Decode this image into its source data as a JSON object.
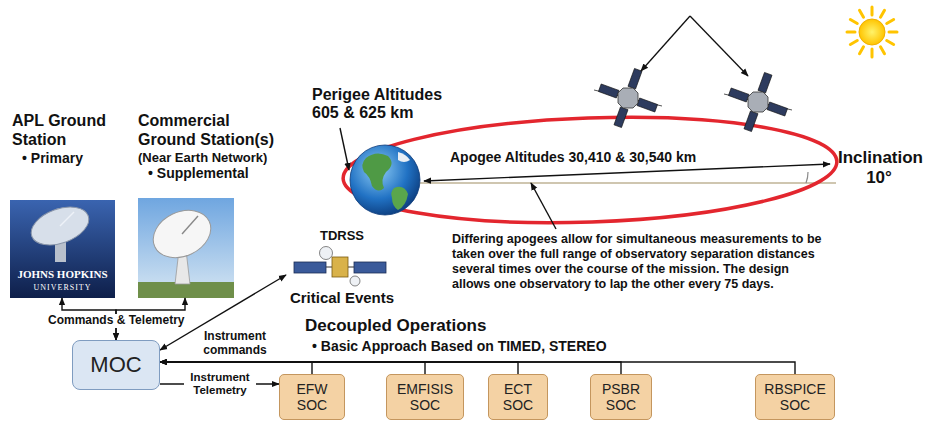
{
  "diagram": {
    "nodes": [
      {
        "text": [
          "APL Ground Station",
          "• Primary"
        ]
      },
      {
        "text": [
          "Commercial Ground Station(s)",
          "(Near Earth Network)",
          "• Supplemental"
        ]
      },
      {
        "text": [
          "TDRSS",
          "Critical Events"
        ]
      },
      {
        "text": [
          "MOC"
        ]
      },
      {
        "text": [
          "EFW SOC"
        ]
      },
      {
        "text": [
          "EMFISIS SOC"
        ]
      },
      {
        "text": [
          "ECT SOC"
        ]
      },
      {
        "text": [
          "PSBR SOC"
        ]
      },
      {
        "text": [
          "RBSPICE SOC"
        ]
      }
    ],
    "edges": [
      {
        "from": 0,
        "to": 3,
        "arrow": "both",
        "label": "Commands & Telemetry"
      },
      {
        "from": 1,
        "to": 3,
        "arrow": "both"
      },
      {
        "from": 3,
        "to": 2,
        "arrow": "both"
      },
      {
        "from": 4,
        "to": 3,
        "arrow": "to",
        "label": "Instrument commands"
      },
      {
        "from": 5,
        "to": 3,
        "arrow": "to"
      },
      {
        "from": 6,
        "to": 3,
        "arrow": "to"
      },
      {
        "from": 7,
        "to": 3,
        "arrow": "to"
      },
      {
        "from": 8,
        "to": 3,
        "arrow": "to"
      },
      {
        "from": 3,
        "to": 4,
        "arrow": "to",
        "label": "Instrument Telemetry"
      }
    ],
    "labels": [
      "Perigee Altitudes 605 & 625 km",
      "Apogee Altitudes 30,410 & 30,540 km",
      "Inclination 10°",
      "Differing apogees allow for simultaneous measurements to be taken over the full range of observatory separation distances several times over the course of the mission. The design allows one observatory to lap the other every 75 days.",
      "JOHNS HOPKINS",
      "UNIVERSITY",
      "Decoupled Operations",
      "• Basic Approach Based on TIMED, STEREO"
    ]
  }
}
